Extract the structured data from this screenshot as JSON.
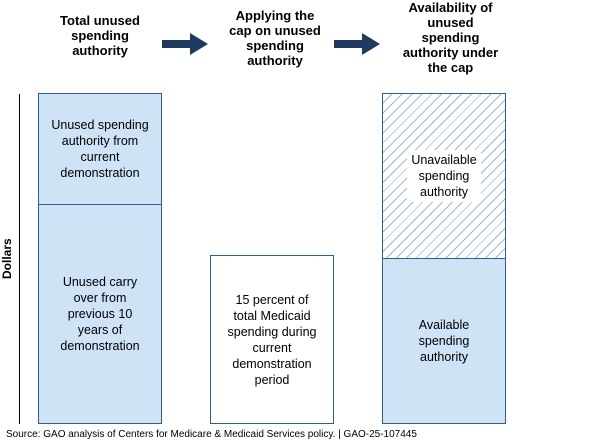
{
  "headings": {
    "left": "Total unused\nspending\nauthority",
    "middle": "Applying the\ncap on unused\nspending\nauthority",
    "right": "Availability of\nunused\nspending\nauthority under\nthe cap"
  },
  "y_axis_label": "Dollars",
  "left_bar": {
    "top_segment": "Unused spending\nauthority from\ncurrent\ndemonstration",
    "bottom_segment": "Unused carry\nover from\nprevious 10\nyears of\ndemonstration"
  },
  "middle_bar": {
    "label": "15 percent of\ntotal Medicaid\nspending during\ncurrent\ndemonstration\nperiod"
  },
  "right_bar": {
    "top_segment": "Unavailable\nspending\nauthority",
    "bottom_segment": "Available\nspending\nauthority"
  },
  "source": "Source: GAO analysis of Centers for Medicare & Medicaid Services policy.  |  GAO-25-107445",
  "colors": {
    "fill": "#cfe3f7",
    "outline": "#2f5f8a",
    "arrow": "#1f3a5f"
  }
}
